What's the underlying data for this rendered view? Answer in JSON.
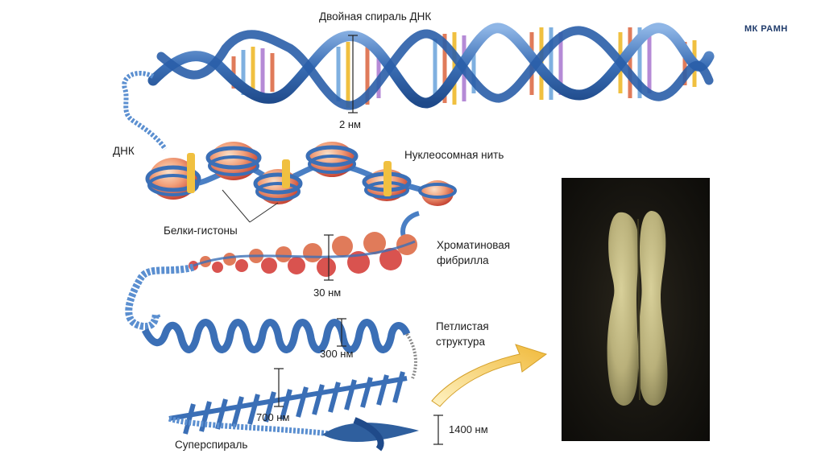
{
  "brand": "МК РАМН",
  "labels": {
    "double_helix": "Двойная спираль ДНК",
    "dna": "ДНК",
    "nucleosome_thread": "Нуклеосомная нить",
    "histones": "Белки-гистоны",
    "chromatin_fibril_1": "Хроматиновая",
    "chromatin_fibril_2": "фибрилла",
    "loop_structure_1": "Петлистая",
    "loop_structure_2": "структура",
    "supercoil": "Суперспираль"
  },
  "scales": {
    "helix_width": "2 нм",
    "fibril_width": "30 нм",
    "loop_width": "300 нм",
    "supercoil_width": "700 нм",
    "chromosome_width": "1400 нм"
  },
  "colors": {
    "dna_blue": "#3b6fb6",
    "histone_red": "#d9534f",
    "histone_light": "#f2b48f",
    "linker_yellow": "#f0c040",
    "arrow_yellow": "#f2c94c",
    "chromosome": "#b9b07a"
  }
}
